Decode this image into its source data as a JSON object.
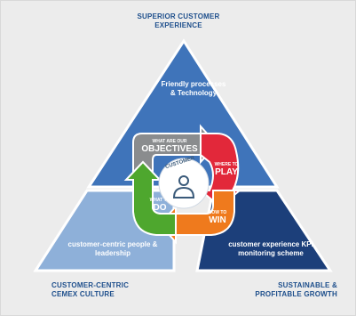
{
  "corners": {
    "top": "SUPERIOR CUSTOMER EXPERIENCE",
    "left": "CUSTOMER-CENTRIC CEMEX CULTURE",
    "right": "SUSTAINABLE & PROFITABLE GROWTH"
  },
  "panels": {
    "top": "Friendly processes & Technology",
    "left": "customer-centric people & leadership",
    "right": "customer experience KPI monitoring scheme"
  },
  "cycle": {
    "center": "CUSTOMER",
    "objectives": {
      "small": "WHAT ARE OUR",
      "big": "OBJECTIVES"
    },
    "play": {
      "small": "WHERE TO",
      "big": "PLAY"
    },
    "win": {
      "small": "HOW TO",
      "big": "WIN"
    },
    "do": {
      "small": "WHAT TO",
      "big": "DO"
    }
  },
  "colors": {
    "top_panel": "#3f74ba",
    "left_panel": "#8eb0d9",
    "right_panel": "#1c3f7a",
    "arrow_gray": "#8a8c8e",
    "arrow_red": "#e2283a",
    "arrow_orange": "#ef7a1d",
    "arrow_green": "#4ea72e"
  }
}
